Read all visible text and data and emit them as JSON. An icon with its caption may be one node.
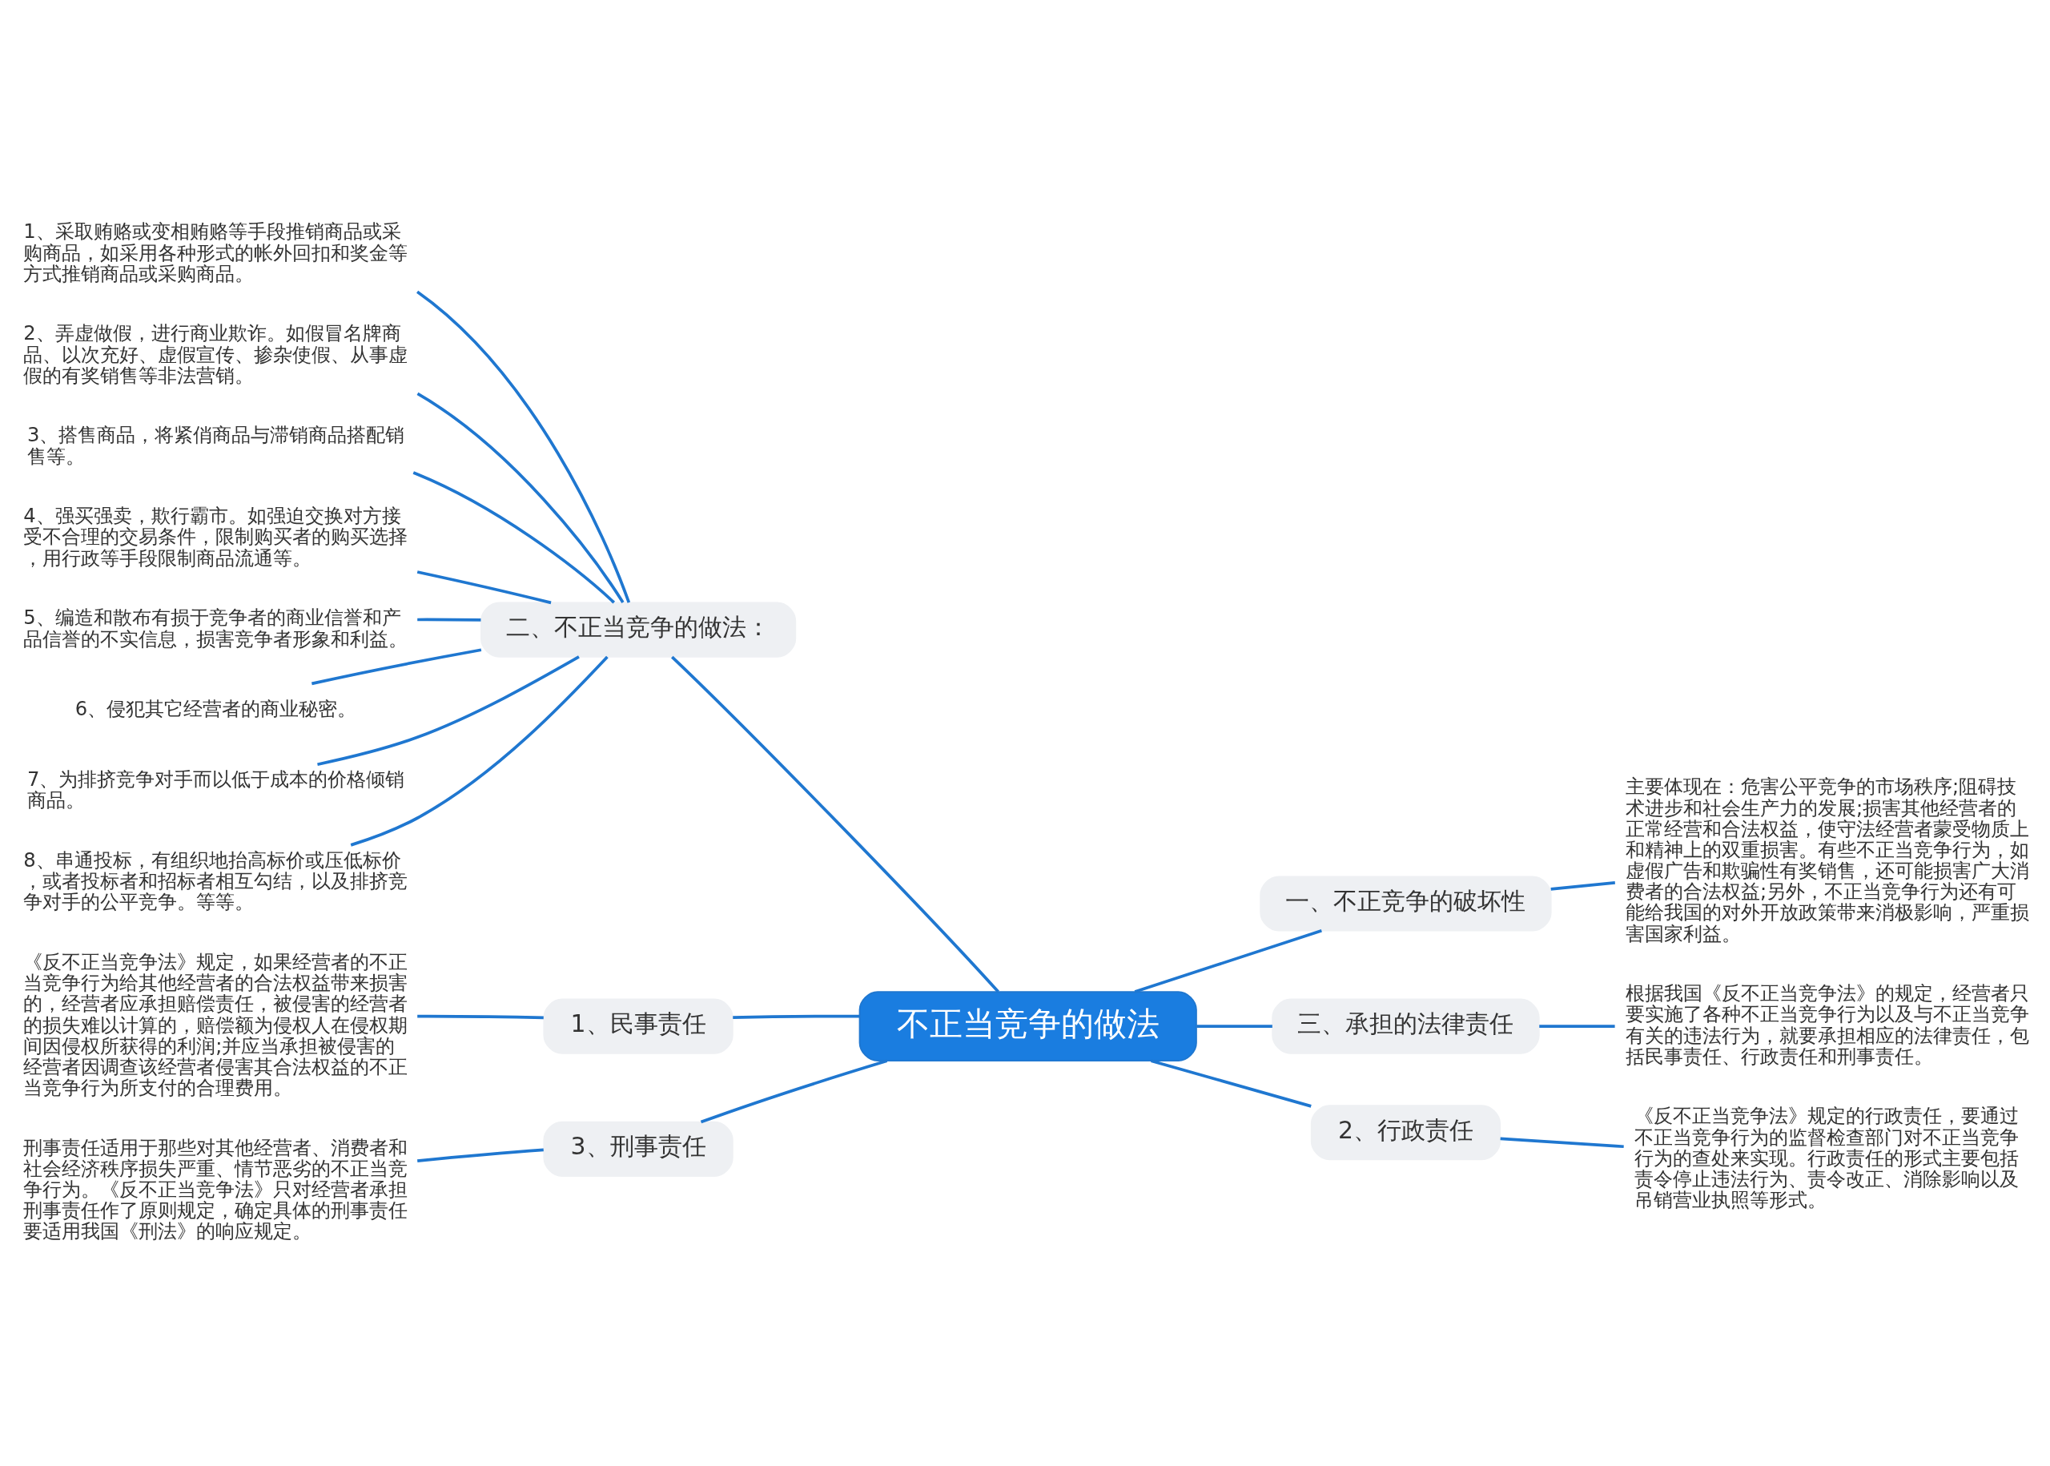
{
  "diagram": {
    "nodes": [
      {
        "text": [
          "不正当竞争的做法"
        ]
      },
      {
        "text": [
          "二、不正当竞争的做法："
        ]
      },
      {
        "text": [
          "1、采取贿赂或变相贿赂等手段推销商品或采购商品，如采用各种形式的帐外回扣和奖金等方式推销商品或采购商品。"
        ]
      },
      {
        "text": [
          "2、弄虚做假，进行商业欺诈。如假冒名牌商品、以次充好、虚假宣传、掺杂使假、从事虚假的有奖销售等非法营销。"
        ]
      },
      {
        "text": [
          "3、搭售商品，将紧俏商品与滞销商品搭配销售等。"
        ]
      },
      {
        "text": [
          "4、强买强卖，欺行霸市。如强迫交换对方接受不合理的交易条件，限制购买者的购买选择，用行政等手段限制商品流通等。"
        ]
      },
      {
        "text": [
          "5、编造和散布有损于竞争者的商业信誉和产品信誉的不实信息，损害竞争者形象和利益。"
        ]
      },
      {
        "text": [
          "6、侵犯其它经营者的商业秘密。"
        ]
      },
      {
        "text": [
          "7、为排挤竞争对手而以低于成本的价格倾销商品。"
        ]
      },
      {
        "text": [
          "8、串通投标，有组织地抬高标价或压低标价，或者投标者和招标者相互勾结，以及排挤竞争对手的公平竞争。等等。"
        ]
      },
      {
        "text": [
          "一、不正竞争的破坏性"
        ]
      },
      {
        "text": [
          "主要体现在：危害公平竞争的市场秩序;阻碍技术进步和社会生产力的发展;损害其他经营者的正常经营和合法权益，使守法经营者蒙受物质上和精神上的双重损害。有些不正当竞争行为，如虚假广告和欺骗性有奖销售，还可能损害广大消费者的合法权益;另外，不正当竞争行为还有可能给我国的对外开放政策带来消极影响，严重损害国家利益。"
        ]
      },
      {
        "text": [
          "三、承担的法律责任"
        ]
      },
      {
        "text": [
          "根据我国《反不正当竞争法》的规定，经营者只要实施了各种不正当竞争行为以及与不正当竞争有关的违法行为，就要承担相应的法律责任，包括民事责任、行政责任和刑事责任。"
        ]
      },
      {
        "text": [
          "1、民事责任"
        ]
      },
      {
        "text": [
          "《反不正当竞争法》规定，如果经营者的不正当竞争行为给其他经营者的合法权益带来损害的，经营者应承担赔偿责任，被侵害的经营者的损失难以计算的，赔偿额为侵权人在侵权期间因侵权所获得的利润;并应当承担被侵害的经营者因调查该经营者侵害其合法权益的不正当竞争行为所支付的合理费用。"
        ]
      },
      {
        "text": [
          "2、行政责任"
        ]
      },
      {
        "text": [
          "《反不正当竞争法》规定的行政责任，要通过不正当竞争行为的监督检查部门对不正当竞争行为的查处来实现。行政责任的形式主要包括责令停止违法行为、责令改正、消除影响以及吊销营业执照等形式。"
        ]
      },
      {
        "text": [
          "3、刑事责任"
        ]
      },
      {
        "text": [
          "刑事责任适用于那些对其他经营者、消费者和社会经济秩序损失严重、情节恶劣的不正当竞争行为。《反不正当竞争法》只对经营者承担刑事责任作了原则规定，确定具体的刑事责任要适用我国《刑法》的响应规定。"
        ]
      }
    ],
    "edges": [
      {
        "from": 0,
        "to": 1,
        "arrow": "none"
      },
      {
        "from": 1,
        "to": 2,
        "arrow": "none"
      },
      {
        "from": 1,
        "to": 3,
        "arrow": "none"
      },
      {
        "from": 1,
        "to": 4,
        "arrow": "none"
      },
      {
        "from": 1,
        "to": 5,
        "arrow": "none"
      },
      {
        "from": 1,
        "to": 6,
        "arrow": "none"
      },
      {
        "from": 1,
        "to": 7,
        "arrow": "none"
      },
      {
        "from": 1,
        "to": 8,
        "arrow": "none"
      },
      {
        "from": 1,
        "to": 9,
        "arrow": "none"
      },
      {
        "from": 0,
        "to": 10,
        "arrow": "none"
      },
      {
        "from": 10,
        "to": 11,
        "arrow": "none"
      },
      {
        "from": 0,
        "to": 12,
        "arrow": "none"
      },
      {
        "from": 12,
        "to": 13,
        "arrow": "none"
      },
      {
        "from": 0,
        "to": 14,
        "arrow": "none"
      },
      {
        "from": 14,
        "to": 15,
        "arrow": "none"
      },
      {
        "from": 0,
        "to": 16,
        "arrow": "none"
      },
      {
        "from": 16,
        "to": 17,
        "arrow": "none"
      },
      {
        "from": 0,
        "to": 18,
        "arrow": "none"
      },
      {
        "from": 18,
        "to": 19,
        "arrow": "none"
      }
    ]
  }
}
